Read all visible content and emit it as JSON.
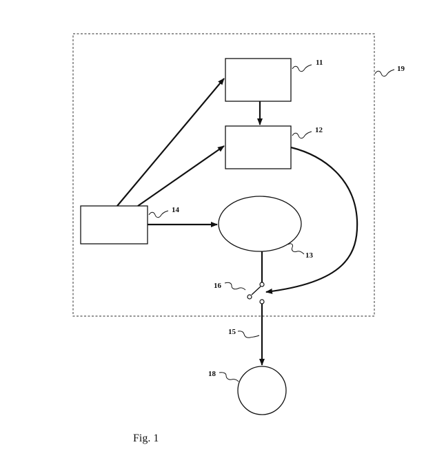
{
  "figure": {
    "caption": "Fig. 1",
    "refs": {
      "box_11": "11",
      "box_12": "12",
      "ellipse_13": "13",
      "box_14": "14",
      "line_15": "15",
      "switch_16": "16",
      "circle_18": "18",
      "frame_19": "19"
    }
  }
}
